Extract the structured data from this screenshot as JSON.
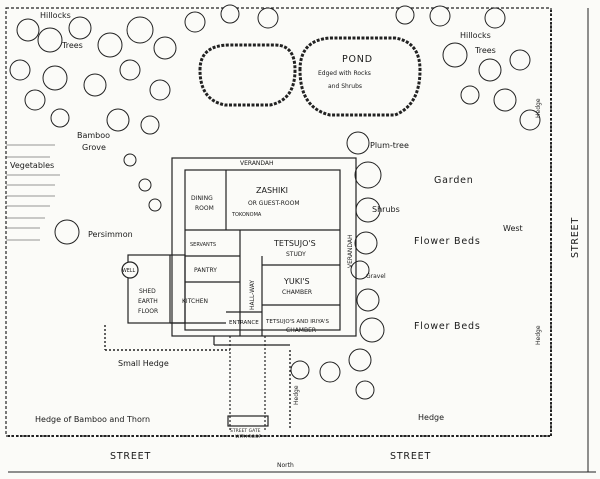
{
  "labels": {
    "hillocks_left": "Hillocks",
    "trees_left": "Trees",
    "hillocks_right": "Hillocks",
    "trees_right": "Trees",
    "pond": "POND",
    "pond_desc1": "Edged with Rocks",
    "pond_desc2": "and Shrubs",
    "bamboo_grove1": "Bamboo",
    "bamboo_grove2": "Grove",
    "plum_tree": "Plum-tree",
    "vegetables": "Vegetables",
    "persimmon": "Persimmon",
    "garden": "Garden",
    "shrubs": "Shrubs",
    "west": "West",
    "flower_beds_1": "Flower Beds",
    "flower_beds_2": "Flower Beds",
    "gravel": "Gravel",
    "street_right": "STREET",
    "hedge_right_top": "Hedge",
    "hedge_right_bottom": "Hedge",
    "hedge_bottom_right": "Hedge",
    "hedge_near_gate": "Hedge",
    "small_hedge": "Small Hedge",
    "hedge_bamboo_thorn": "Hedge of Bamboo and Thorn",
    "street_bottom_left": "STREET",
    "street_bottom_right": "STREET",
    "north": "North",
    "street_gate1": "STREET GATE",
    "street_gate2": "WITH ROOF"
  },
  "rooms": {
    "verandah_top": "VERANDAH",
    "verandah_side": "VERANDAH",
    "dining1": "DINING",
    "dining2": "ROOM",
    "zashiki1": "ZASHIKI",
    "zashiki2": "OR GUEST-ROOM",
    "tokonoma": "TOKONOMA",
    "servants": "SERVANTS",
    "tetsujo_study1": "TETSUJO'S",
    "tetsujo_study2": "STUDY",
    "pantry": "PANTRY",
    "well": "WELL",
    "shed1": "SHED",
    "shed2": "EARTH",
    "shed3": "FLOOR",
    "kitchen": "KITCHEN",
    "hallway": "HALL-WAY",
    "yuki1": "YUKI'S",
    "yuki2": "CHAMBER",
    "entrance": "ENTRANCE",
    "tetsujo_iriya1": "TETSUJO'S AND IRIYA'S",
    "tetsujo_iriya2": "CHAMBER"
  },
  "colors": {
    "ink": "#1a1a1a",
    "paper": "#fbfbf8"
  }
}
